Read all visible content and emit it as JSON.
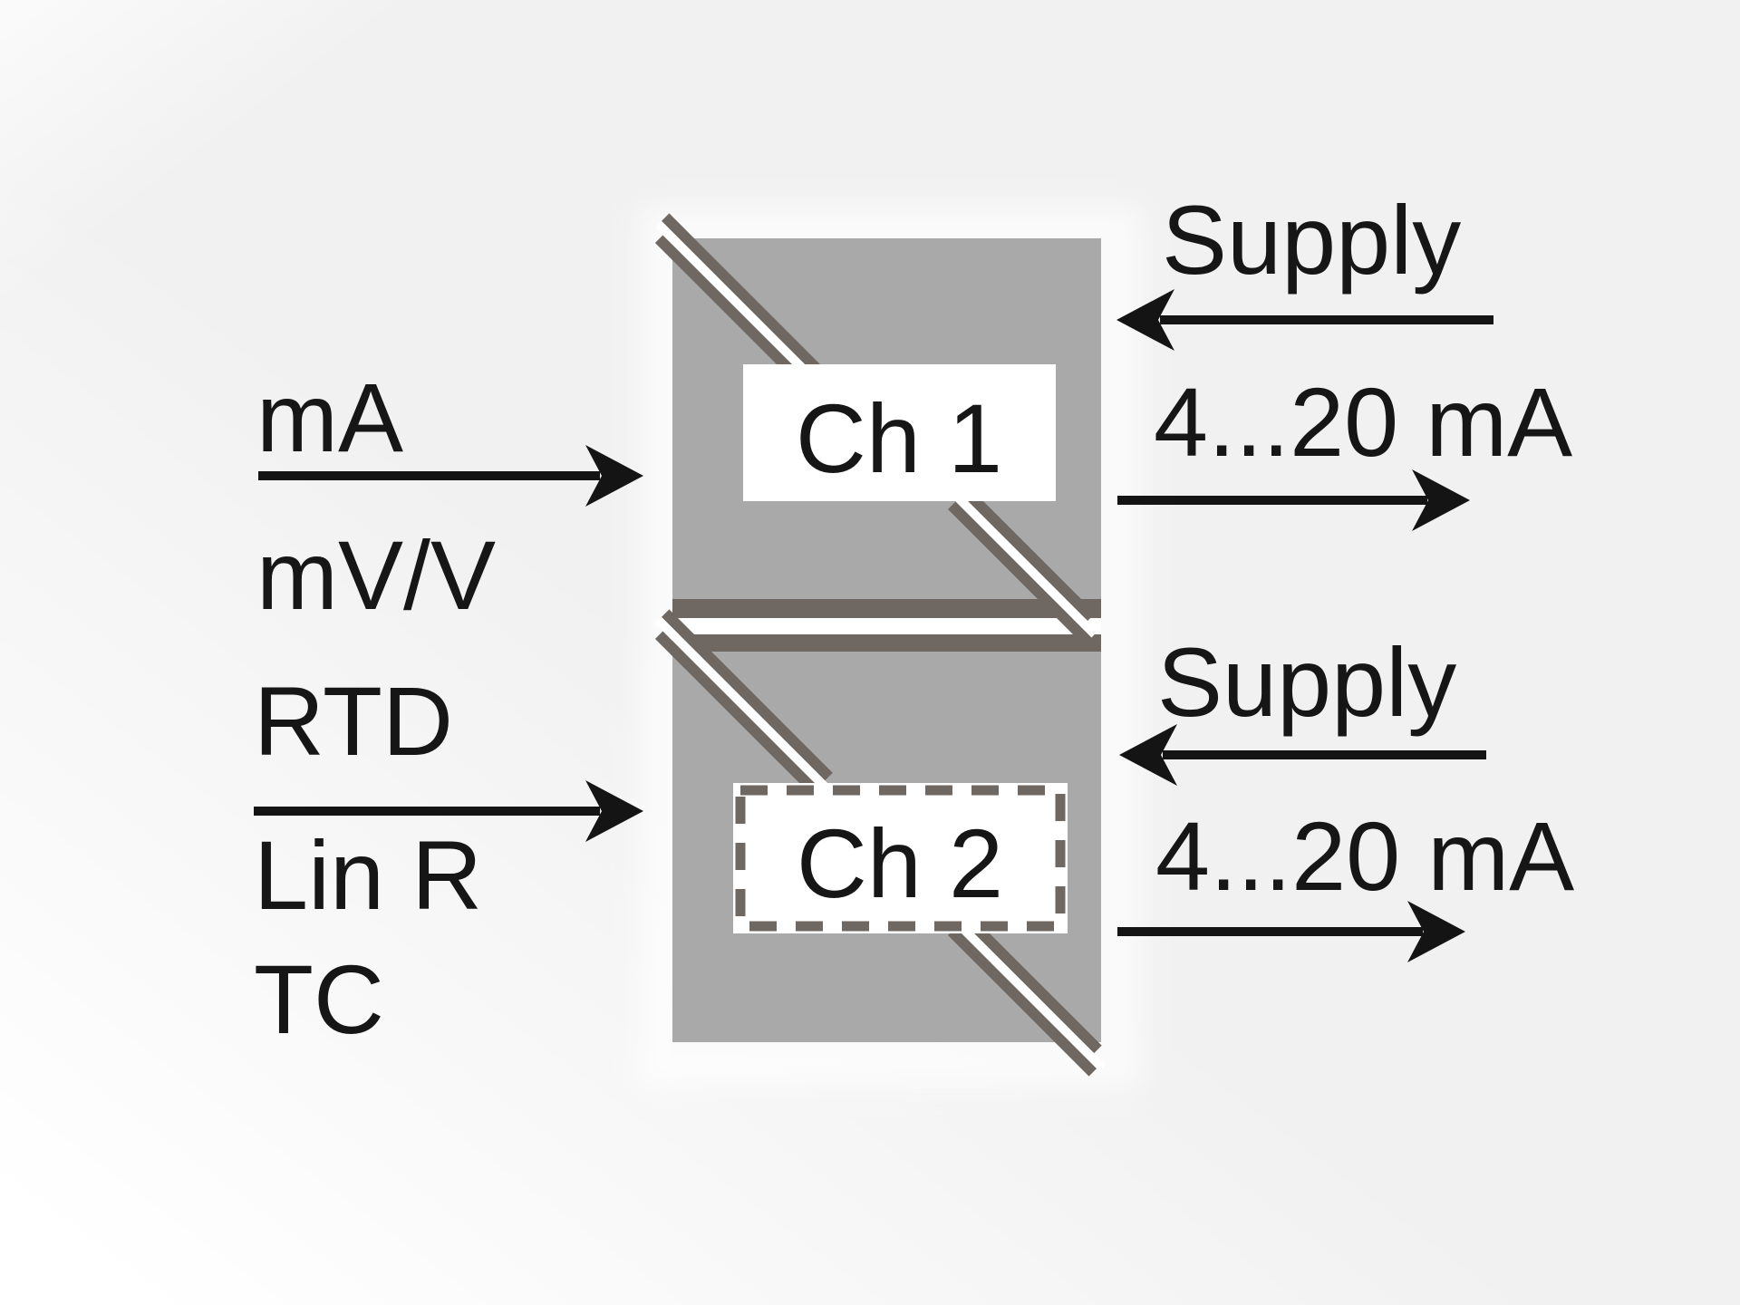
{
  "diagram": {
    "description": "Two-channel signal converter block diagram with galvanic isolation symbols",
    "colors": {
      "background": "#f1f1f1",
      "block_fill": "#a9a9a9",
      "stripe_dark": "#6f6762",
      "label_box": "#ffffff",
      "arrow_and_text": "#141414"
    },
    "inputs": {
      "group1": {
        "labels": [
          "mA",
          "mV/V"
        ]
      },
      "group2": {
        "labels": [
          "RTD",
          "Lin R",
          "TC"
        ]
      }
    },
    "channels": [
      {
        "label": "Ch 1",
        "label_box_style": "solid",
        "supply_label": "Supply",
        "output_label": "4...20 mA"
      },
      {
        "label": "Ch 2",
        "label_box_style": "dashed",
        "supply_label": "Supply",
        "output_label": "4...20 mA"
      }
    ]
  }
}
